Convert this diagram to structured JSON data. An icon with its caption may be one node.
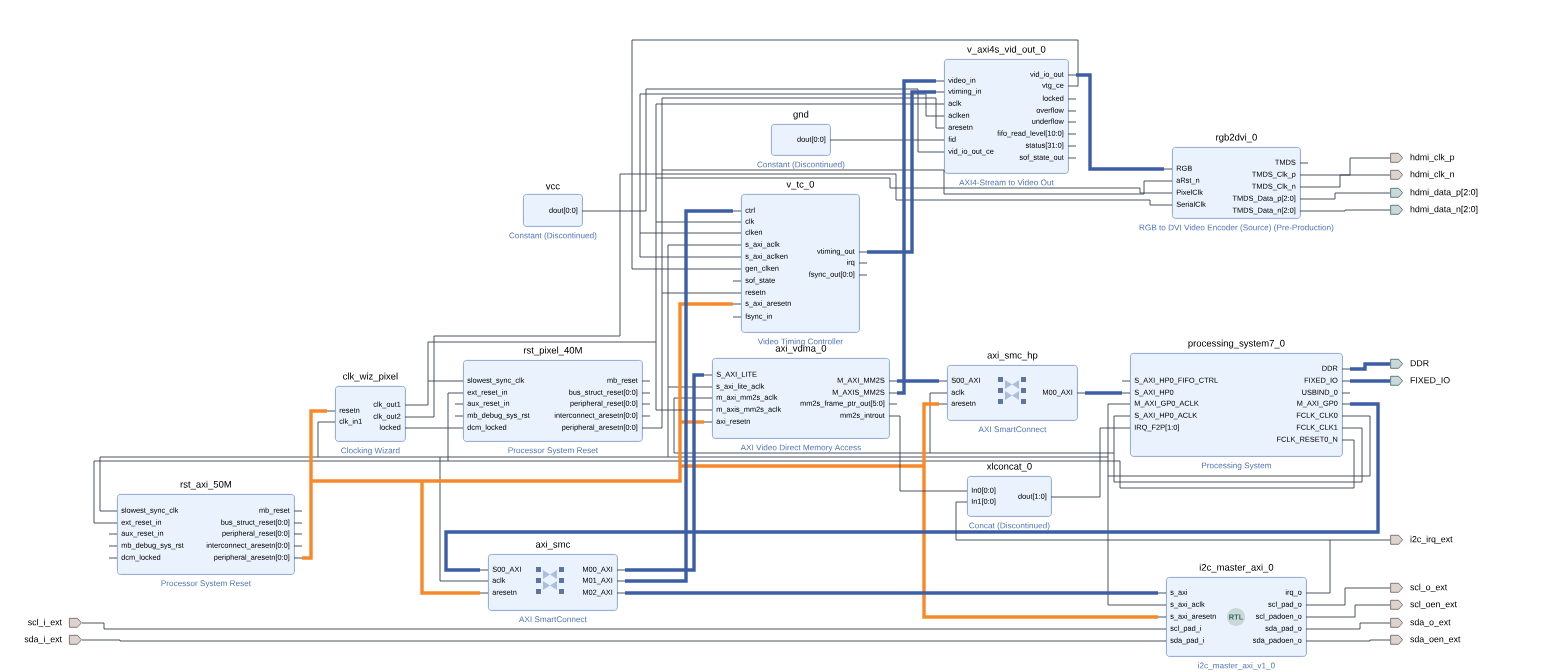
{
  "diagram": {
    "nodes": [
      {
        "text": [
          "v_axi4s_vid_out_0"
        ],
        "beside": [
          "AXI4-Stream to Video Out"
        ]
      },
      {
        "text": [
          "video_in"
        ],
        "in": 0
      },
      {
        "text": [
          "vtiming_in"
        ],
        "in": 0
      },
      {
        "text": [
          "aclk"
        ],
        "in": 0
      },
      {
        "text": [
          "aclken"
        ],
        "in": 0
      },
      {
        "text": [
          "aresetn"
        ],
        "in": 0
      },
      {
        "text": [
          "fid"
        ],
        "in": 0
      },
      {
        "text": [
          "vid_io_out_ce"
        ],
        "in": 0
      },
      {
        "text": [
          "vid_io_out"
        ],
        "in": 0
      },
      {
        "text": [
          "vtg_ce"
        ],
        "in": 0
      },
      {
        "text": [
          "locked"
        ],
        "in": 0
      },
      {
        "text": [
          "overflow"
        ],
        "in": 0
      },
      {
        "text": [
          "underflow"
        ],
        "in": 0
      },
      {
        "text": [
          "fifo_read_level[10:0]"
        ],
        "in": 0
      },
      {
        "text": [
          "status[31:0]"
        ],
        "in": 0
      },
      {
        "text": [
          "sof_state_out"
        ],
        "in": 0
      },
      {
        "text": [
          "gnd"
        ],
        "beside": [
          "Constant (Discontinued)"
        ]
      },
      {
        "text": [
          "dout[0:0]"
        ],
        "in": 16
      },
      {
        "text": [
          "rgb2dvi_0"
        ],
        "beside": [
          "RGB to DVI Video Encoder (Source) (Pre-Production)"
        ]
      },
      {
        "text": [
          "RGB"
        ],
        "in": 18
      },
      {
        "text": [
          "aRst_n"
        ],
        "in": 18
      },
      {
        "text": [
          "PixelClk"
        ],
        "in": 18
      },
      {
        "text": [
          "SerialClk"
        ],
        "in": 18
      },
      {
        "text": [
          "TMDS"
        ],
        "in": 18
      },
      {
        "text": [
          "TMDS_Clk_p"
        ],
        "in": 18
      },
      {
        "text": [
          "TMDS_Clk_n"
        ],
        "in": 18
      },
      {
        "text": [
          "TMDS_Data_p[2:0]"
        ],
        "in": 18
      },
      {
        "text": [
          "TMDS_Data_n[2:0]"
        ],
        "in": 18
      },
      {
        "text": [
          "hdmi_clk_p"
        ]
      },
      {
        "text": [
          "hdmi_clk_n"
        ]
      },
      {
        "text": [
          "hdmi_data_p[2:0]"
        ]
      },
      {
        "text": [
          "hdmi_data_n[2:0]"
        ]
      },
      {
        "text": [
          "vcc"
        ],
        "beside": [
          "Constant (Discontinued)"
        ]
      },
      {
        "text": [
          "dout[0:0]"
        ],
        "in": 32
      },
      {
        "text": [
          "v_tc_0"
        ],
        "beside": [
          "Video Timing Controller"
        ]
      },
      {
        "text": [
          "ctrl"
        ],
        "in": 34
      },
      {
        "text": [
          "clk"
        ],
        "in": 34
      },
      {
        "text": [
          "clken"
        ],
        "in": 34
      },
      {
        "text": [
          "s_axi_aclk"
        ],
        "in": 34
      },
      {
        "text": [
          "s_axi_aclken"
        ],
        "in": 34
      },
      {
        "text": [
          "gen_clken"
        ],
        "in": 34
      },
      {
        "text": [
          "sof_state"
        ],
        "in": 34
      },
      {
        "text": [
          "resetn"
        ],
        "in": 34
      },
      {
        "text": [
          "s_axi_aresetn"
        ],
        "in": 34
      },
      {
        "text": [
          "fsync_in"
        ],
        "in": 34
      },
      {
        "text": [
          "vtiming_out"
        ],
        "in": 34
      },
      {
        "text": [
          "irq"
        ],
        "in": 34
      },
      {
        "text": [
          "fsync_out[0:0]"
        ],
        "in": 34
      },
      {
        "text": [
          "clk_wiz_pixel"
        ],
        "beside": [
          "Clocking Wizard"
        ]
      },
      {
        "text": [
          "resetn"
        ],
        "in": 48
      },
      {
        "text": [
          "clk_in1"
        ],
        "in": 48
      },
      {
        "text": [
          "clk_out1"
        ],
        "in": 48
      },
      {
        "text": [
          "clk_out2"
        ],
        "in": 48
      },
      {
        "text": [
          "locked"
        ],
        "in": 48
      },
      {
        "text": [
          "rst_pixel_40M"
        ],
        "beside": [
          "Processor System Reset"
        ]
      },
      {
        "text": [
          "slowest_sync_clk"
        ],
        "in": 54
      },
      {
        "text": [
          "ext_reset_in"
        ],
        "in": 54
      },
      {
        "text": [
          "aux_reset_in"
        ],
        "in": 54
      },
      {
        "text": [
          "mb_debug_sys_rst"
        ],
        "in": 54
      },
      {
        "text": [
          "dcm_locked"
        ],
        "in": 54
      },
      {
        "text": [
          "mb_reset"
        ],
        "in": 54
      },
      {
        "text": [
          "bus_struct_reset[0:0]"
        ],
        "in": 54
      },
      {
        "text": [
          "peripheral_reset[0:0]"
        ],
        "in": 54
      },
      {
        "text": [
          "interconnect_aresetn[0:0]"
        ],
        "in": 54
      },
      {
        "text": [
          "peripheral_aresetn[0:0]"
        ],
        "in": 54
      },
      {
        "text": [
          "axi_vdma_0"
        ],
        "beside": [
          "AXI Video Direct Memory Access"
        ]
      },
      {
        "text": [
          "S_AXI_LITE"
        ],
        "in": 65
      },
      {
        "text": [
          "s_axi_lite_aclk"
        ],
        "in": 65
      },
      {
        "text": [
          "m_axi_mm2s_aclk"
        ],
        "in": 65
      },
      {
        "text": [
          "m_axis_mm2s_aclk"
        ],
        "in": 65
      },
      {
        "text": [
          "axi_resetn"
        ],
        "in": 65
      },
      {
        "text": [
          "M_AXI_MM2S"
        ],
        "in": 65
      },
      {
        "text": [
          "M_AXIS_MM2S"
        ],
        "in": 65
      },
      {
        "text": [
          "mm2s_frame_ptr_out[5:0]"
        ],
        "in": 65
      },
      {
        "text": [
          "mm2s_introut"
        ],
        "in": 65
      },
      {
        "text": [
          "axi_smc_hp"
        ],
        "beside": [
          "AXI SmartConnect"
        ]
      },
      {
        "text": [
          "S00_AXI"
        ],
        "in": 75
      },
      {
        "text": [
          "aclk"
        ],
        "in": 75
      },
      {
        "text": [
          "aresetn"
        ],
        "in": 75
      },
      {
        "text": [
          "M00_AXI"
        ],
        "in": 75
      },
      {
        "text": [
          "processing_system7_0"
        ],
        "beside": [
          "Processing System"
        ]
      },
      {
        "text": [
          "S_AXI_HP0_FIFO_CTRL"
        ],
        "in": 80
      },
      {
        "text": [
          "S_AXI_HP0"
        ],
        "in": 80
      },
      {
        "text": [
          "M_AXI_GP0_ACLK"
        ],
        "in": 80
      },
      {
        "text": [
          "S_AXI_HP0_ACLK"
        ],
        "in": 80
      },
      {
        "text": [
          "IRQ_F2P[1:0]"
        ],
        "in": 80
      },
      {
        "text": [
          "DDR"
        ],
        "in": 80
      },
      {
        "text": [
          "FIXED_IO"
        ],
        "in": 80
      },
      {
        "text": [
          "USBIND_0"
        ],
        "in": 80
      },
      {
        "text": [
          "M_AXI_GP0"
        ],
        "in": 80
      },
      {
        "text": [
          "FCLK_CLK0"
        ],
        "in": 80
      },
      {
        "text": [
          "FCLK_CLK1"
        ],
        "in": 80
      },
      {
        "text": [
          "FCLK_RESET0_N"
        ],
        "in": 80
      },
      {
        "text": [
          "DDR"
        ]
      },
      {
        "text": [
          "FIXED_IO"
        ]
      },
      {
        "text": [
          "xlconcat_0"
        ],
        "beside": [
          "Concat (Discontinued)"
        ]
      },
      {
        "text": [
          "In0[0:0]"
        ],
        "in": 95
      },
      {
        "text": [
          "In1[0:0]"
        ],
        "in": 95
      },
      {
        "text": [
          "dout[1:0]"
        ],
        "in": 95
      },
      {
        "text": [
          "rst_axi_50M"
        ],
        "beside": [
          "Processor System Reset"
        ]
      },
      {
        "text": [
          "slowest_sync_clk"
        ],
        "in": 99
      },
      {
        "text": [
          "ext_reset_in"
        ],
        "in": 99
      },
      {
        "text": [
          "aux_reset_in"
        ],
        "in": 99
      },
      {
        "text": [
          "mb_debug_sys_rst"
        ],
        "in": 99
      },
      {
        "text": [
          "dcm_locked"
        ],
        "in": 99
      },
      {
        "text": [
          "mb_reset"
        ],
        "in": 99
      },
      {
        "text": [
          "bus_struct_reset[0:0]"
        ],
        "in": 99
      },
      {
        "text": [
          "peripheral_reset[0:0]"
        ],
        "in": 99
      },
      {
        "text": [
          "interconnect_aresetn[0:0]"
        ],
        "in": 99
      },
      {
        "text": [
          "peripheral_aresetn[0:0]"
        ],
        "in": 99
      },
      {
        "text": [
          "i2c_irq_ext"
        ]
      },
      {
        "text": [
          "axi_smc"
        ],
        "beside": [
          "AXI SmartConnect"
        ]
      },
      {
        "text": [
          "S00_AXI"
        ],
        "in": 111
      },
      {
        "text": [
          "aclk"
        ],
        "in": 111
      },
      {
        "text": [
          "aresetn"
        ],
        "in": 111
      },
      {
        "text": [
          "M00_AXI"
        ],
        "in": 111
      },
      {
        "text": [
          "M01_AXI"
        ],
        "in": 111
      },
      {
        "text": [
          "M02_AXI"
        ],
        "in": 111
      },
      {
        "text": [
          "i2c_master_axi_0"
        ],
        "beside": [
          "i2c_master_axi_v1_0"
        ]
      },
      {
        "text": [
          "s_axi"
        ],
        "in": 118
      },
      {
        "text": [
          "s_axi_aclk"
        ],
        "in": 118
      },
      {
        "text": [
          "s_axi_aresetn"
        ],
        "in": 118
      },
      {
        "text": [
          "scl_pad_i"
        ],
        "in": 118
      },
      {
        "text": [
          "sda_pad_i"
        ],
        "in": 118
      },
      {
        "text": [
          "irq_o"
        ],
        "in": 118
      },
      {
        "text": [
          "scl_pad_o"
        ],
        "in": 118
      },
      {
        "text": [
          "scl_padoen_o"
        ],
        "in": 118
      },
      {
        "text": [
          "sda_pad_o"
        ],
        "in": 118
      },
      {
        "text": [
          "sda_padoen_o"
        ],
        "in": 118
      },
      {
        "text": [
          "scl_o_ext"
        ]
      },
      {
        "text": [
          "scl_oen_ext"
        ]
      },
      {
        "text": [
          "sda_o_ext"
        ]
      },
      {
        "text": [
          "sda_oen_ext"
        ]
      },
      {
        "text": [
          "scl_i_ext"
        ]
      },
      {
        "text": [
          "sda_i_ext"
        ]
      }
    ],
    "edges": [
      {
        "from": 90,
        "to": 83,
        "arrow": "none"
      },
      {
        "from": 90,
        "to": 120,
        "arrow": "none"
      },
      {
        "from": 90,
        "to": 67,
        "arrow": "none"
      },
      {
        "from": 90,
        "to": 38,
        "arrow": "none"
      },
      {
        "from": 90,
        "to": 113,
        "arrow": "none"
      },
      {
        "from": 90,
        "to": 100,
        "arrow": "none"
      },
      {
        "from": 90,
        "to": 50,
        "arrow": "none"
      },
      {
        "from": 91,
        "to": 84,
        "arrow": "none"
      },
      {
        "from": 91,
        "to": 77,
        "arrow": "none"
      },
      {
        "from": 91,
        "to": 68,
        "arrow": "none"
      },
      {
        "from": 92,
        "to": 56,
        "arrow": "none"
      },
      {
        "from": 92,
        "to": 101,
        "arrow": "none"
      },
      {
        "from": 109,
        "to": 49,
        "arrow": "none",
        "style": "thick",
        "color": "#f7892b"
      },
      {
        "from": 109,
        "to": 114,
        "arrow": "none",
        "style": "thick",
        "color": "#f7892b"
      },
      {
        "from": 109,
        "to": 70,
        "arrow": "none",
        "style": "thick",
        "color": "#f7892b"
      },
      {
        "from": 109,
        "to": 43,
        "arrow": "none",
        "style": "thick",
        "color": "#f7892b"
      },
      {
        "from": 109,
        "to": 78,
        "arrow": "none",
        "style": "thick",
        "color": "#f7892b"
      },
      {
        "from": 109,
        "to": 121,
        "arrow": "none",
        "style": "thick",
        "color": "#f7892b"
      },
      {
        "from": 51,
        "to": 55,
        "arrow": "none"
      },
      {
        "from": 51,
        "to": 36,
        "arrow": "none"
      },
      {
        "from": 51,
        "to": 69,
        "arrow": "none"
      },
      {
        "from": 51,
        "to": 3,
        "arrow": "none"
      },
      {
        "from": 51,
        "to": 21,
        "arrow": "none"
      },
      {
        "from": 52,
        "to": 22,
        "arrow": "none"
      },
      {
        "from": 53,
        "to": 59,
        "arrow": "none"
      },
      {
        "from": 64,
        "to": 42,
        "arrow": "none"
      },
      {
        "from": 64,
        "to": 5,
        "arrow": "none"
      },
      {
        "from": 64,
        "to": 20,
        "arrow": "none"
      },
      {
        "from": 33,
        "to": 37,
        "arrow": "none"
      },
      {
        "from": 33,
        "to": 39,
        "arrow": "none"
      },
      {
        "from": 33,
        "to": 4,
        "arrow": "none"
      },
      {
        "from": 33,
        "to": 7,
        "arrow": "none"
      },
      {
        "from": 17,
        "to": 6,
        "arrow": "none"
      },
      {
        "from": 9,
        "to": 40,
        "arrow": "none"
      },
      {
        "from": 8,
        "to": 19,
        "arrow": "none",
        "style": "thick",
        "color": "#3c5ea5"
      },
      {
        "from": 45,
        "to": 2,
        "arrow": "none",
        "style": "thick",
        "color": "#3c5ea5"
      },
      {
        "from": 72,
        "to": 1,
        "arrow": "none",
        "style": "thick",
        "color": "#3c5ea5"
      },
      {
        "from": 71,
        "to": 76,
        "arrow": "none",
        "style": "thick",
        "color": "#3c5ea5"
      },
      {
        "from": 79,
        "to": 82,
        "arrow": "none",
        "style": "thick",
        "color": "#3c5ea5"
      },
      {
        "from": 89,
        "to": 112,
        "arrow": "none",
        "style": "thick",
        "color": "#3c5ea5"
      },
      {
        "from": 115,
        "to": 66,
        "arrow": "none",
        "style": "thick",
        "color": "#3c5ea5"
      },
      {
        "from": 116,
        "to": 35,
        "arrow": "none",
        "style": "thick",
        "color": "#3c5ea5"
      },
      {
        "from": 117,
        "to": 119,
        "arrow": "none",
        "style": "thick",
        "color": "#3c5ea5"
      },
      {
        "from": 74,
        "to": 96,
        "arrow": "none"
      },
      {
        "from": 124,
        "to": 97,
        "arrow": "none"
      },
      {
        "from": 124,
        "to": 110,
        "arrow": "none"
      },
      {
        "from": 98,
        "to": 85,
        "arrow": "none"
      },
      {
        "from": 24,
        "to": 28,
        "arrow": "none"
      },
      {
        "from": 25,
        "to": 29,
        "arrow": "none"
      },
      {
        "from": 26,
        "to": 30,
        "arrow": "none"
      },
      {
        "from": 27,
        "to": 31,
        "arrow": "none"
      },
      {
        "from": 86,
        "to": 93,
        "arrow": "none",
        "style": "thick",
        "color": "#3c5ea5"
      },
      {
        "from": 87,
        "to": 94,
        "arrow": "none",
        "style": "thick",
        "color": "#3c5ea5"
      },
      {
        "from": 125,
        "to": 129,
        "arrow": "none"
      },
      {
        "from": 126,
        "to": 130,
        "arrow": "none"
      },
      {
        "from": 127,
        "to": 131,
        "arrow": "none"
      },
      {
        "from": 128,
        "to": 132,
        "arrow": "none"
      },
      {
        "from": 133,
        "to": 122,
        "arrow": "none"
      },
      {
        "from": 134,
        "to": 123,
        "arrow": "none"
      }
    ],
    "labels": [
      "RTL"
    ]
  }
}
